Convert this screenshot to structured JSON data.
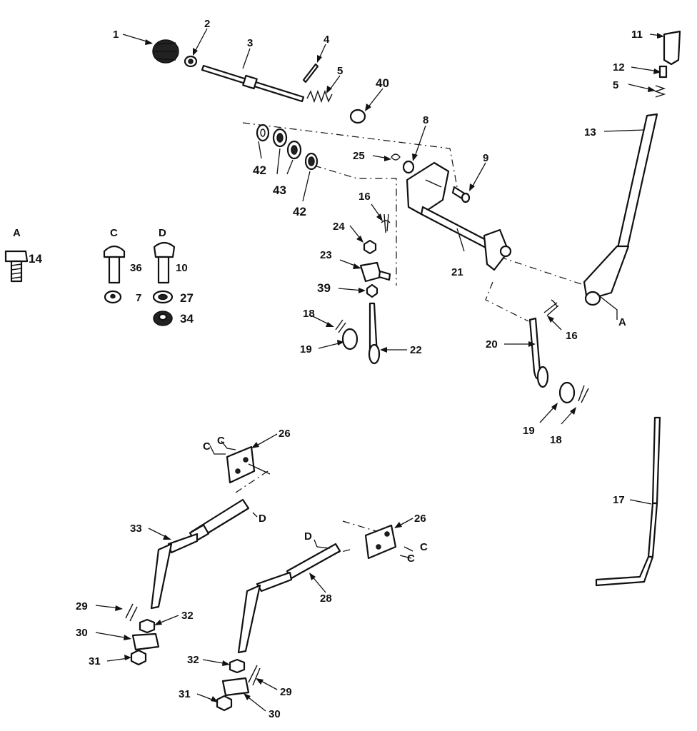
{
  "labels": {
    "l1": "1",
    "l2": "2",
    "l3": "3",
    "l4": "4",
    "l5a": "5",
    "l40": "40",
    "l8": "8",
    "l9": "9",
    "l25": "25",
    "l42a": "42",
    "l43": "43",
    "l42b": "42",
    "l16a": "16",
    "l24": "24",
    "l23": "23",
    "l39": "39",
    "l18a": "18",
    "l19a": "19",
    "l22": "22",
    "l21": "21",
    "l11": "11",
    "l12": "12",
    "l5b": "5",
    "l13": "13",
    "lA2": "A",
    "l16b": "16",
    "l20": "20",
    "l19b": "19",
    "l18b": "18",
    "l17": "17",
    "lA": "A",
    "l14": "14",
    "lC": "C",
    "l36": "36",
    "lD": "D",
    "l10": "10",
    "l7": "7",
    "l27": "27",
    "l34": "34",
    "l26a": "26",
    "lCa": "C",
    "lCb": "C",
    "lDa": "D",
    "l33": "33",
    "l29a": "29",
    "l32a": "32",
    "l30a": "30",
    "l31a": "31",
    "lDb": "D",
    "l26b": "26",
    "lCc": "C",
    "lCd": "C",
    "l28": "28",
    "l32b": "32",
    "l29b": "29",
    "l31b": "31",
    "l30b": "30"
  }
}
